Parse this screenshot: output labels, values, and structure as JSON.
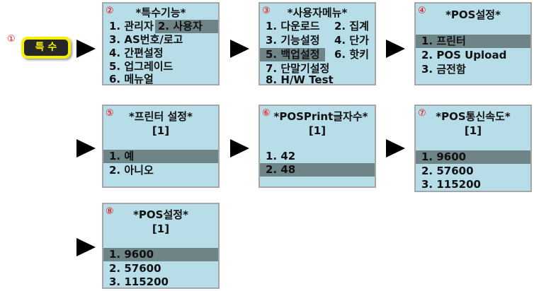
{
  "step1": {
    "num": "①",
    "button": "특 수"
  },
  "step2": {
    "num": "②",
    "title": "*특수기능*",
    "items": [
      "1. 관리자",
      "2. 사용자",
      "3. AS번호/로고",
      "4. 간편설정",
      "5. 업그레이드",
      "6. 메뉴얼"
    ]
  },
  "step3": {
    "num": "③",
    "title": "*사용자메뉴*",
    "items": [
      "1. 다운로드",
      "2. 집계",
      "3. 기능설정",
      "4. 단가",
      "5. 백업설정",
      "6. 핫키",
      "7. 단말기설정",
      "8. H/W Test"
    ]
  },
  "step4": {
    "num": "④",
    "title": "*POS설정*",
    "items": [
      "1. 프린터",
      "2. POS Upload",
      "3. 금전함"
    ]
  },
  "step5": {
    "num": "⑤",
    "title": "*프린터 설정*",
    "value": "[1]",
    "items": [
      "1. 예",
      "2. 아니오"
    ]
  },
  "step6": {
    "num": "⑥",
    "title": "*POSPrint글자수*",
    "value": "[1]",
    "items": [
      "1. 42",
      "2. 48"
    ]
  },
  "step7": {
    "num": "⑦",
    "title": "*POS통신속도*",
    "value": "[1]",
    "items": [
      "1. 9600",
      "2. 57600",
      "3. 115200"
    ]
  },
  "step8": {
    "num": "⑧",
    "title": "*POS설정*",
    "value": "[1]",
    "items": [
      "1. 9600",
      "2. 57600",
      "3. 115200"
    ]
  }
}
